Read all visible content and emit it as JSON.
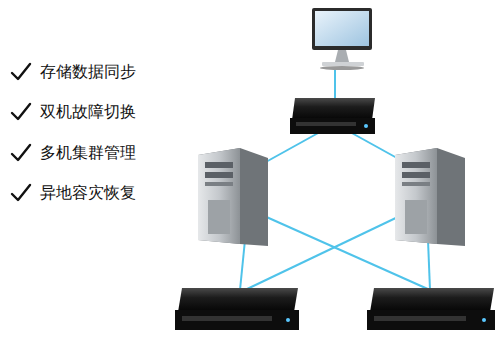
{
  "diagram": {
    "labels": [
      "存储数据同步",
      "双机故障切换",
      "多机集群管理",
      "异地容灾恢复"
    ]
  }
}
